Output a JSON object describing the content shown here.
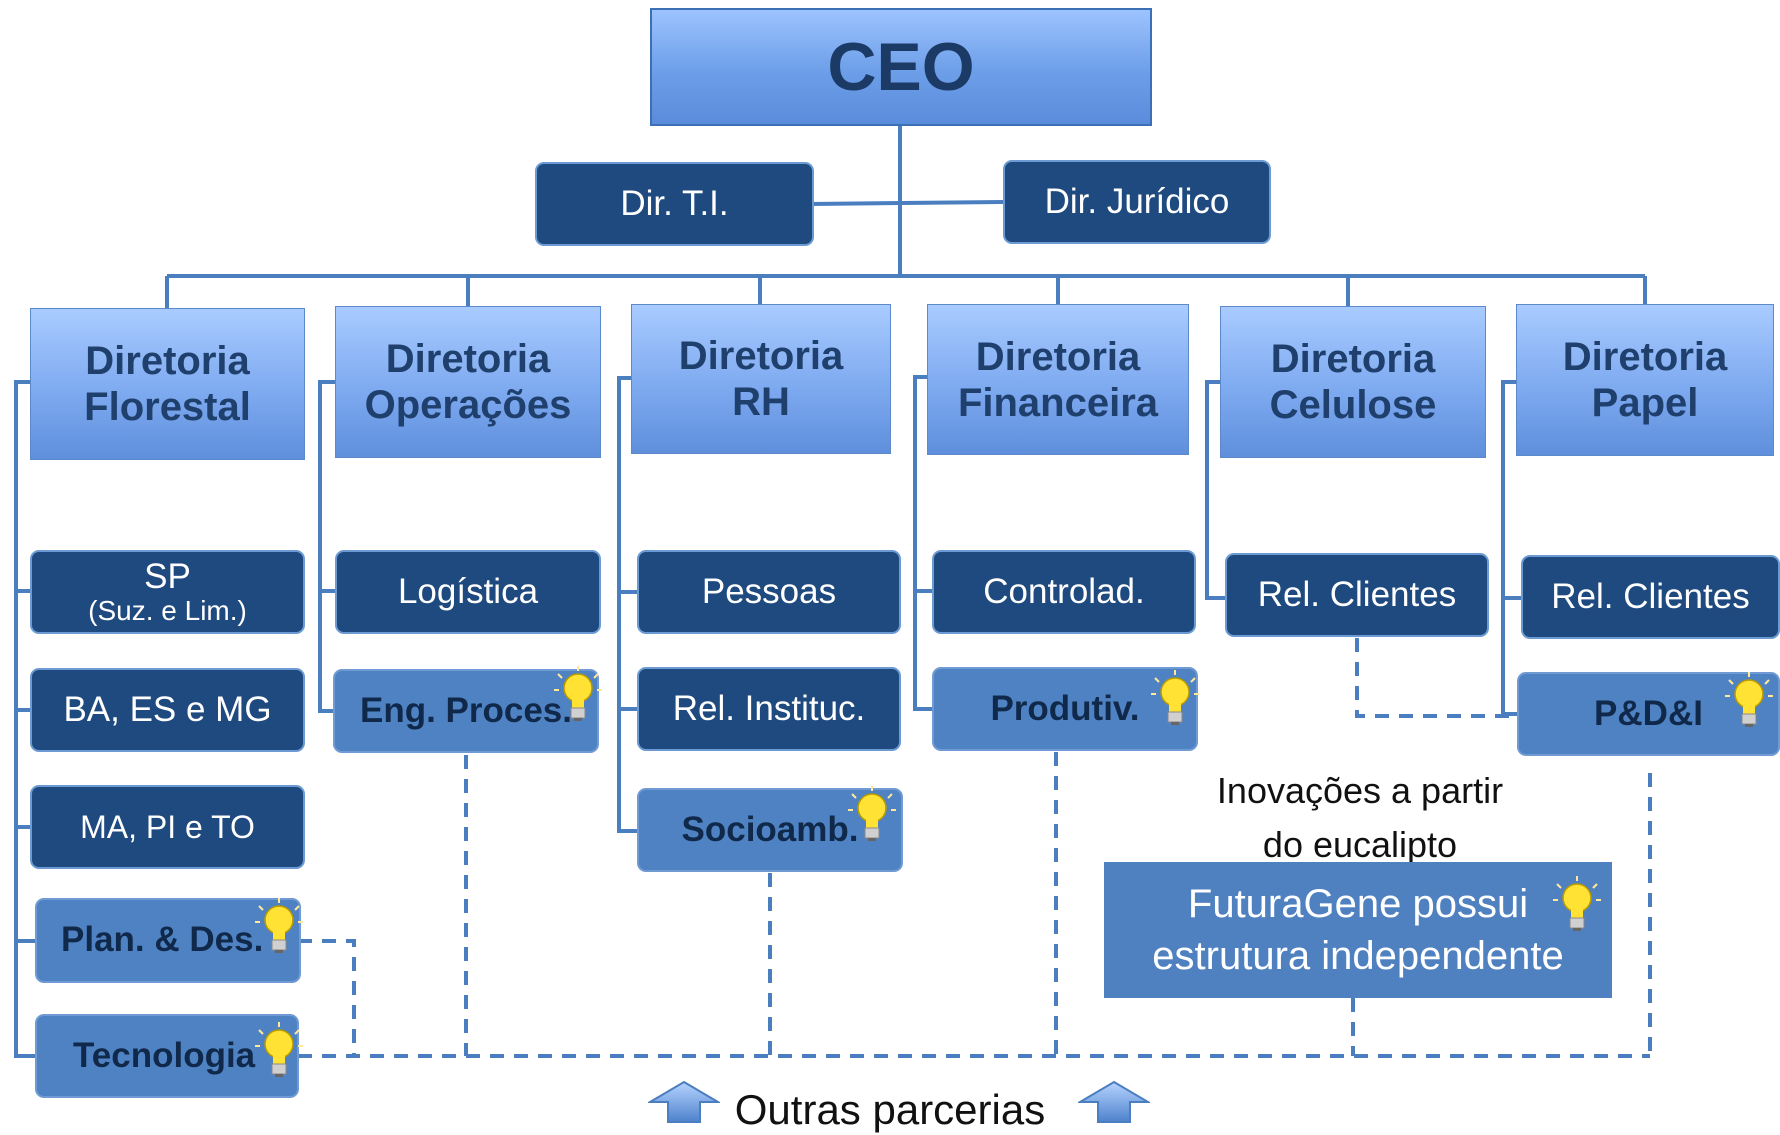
{
  "ceo": "CEO",
  "staff": {
    "ti": "Dir.  T.I.",
    "juridico": "Dir.  Jurídico"
  },
  "diretorias": [
    {
      "line1": "Diretoria",
      "line2": "Florestal"
    },
    {
      "line1": "Diretoria",
      "line2": "Operações"
    },
    {
      "line1": "Diretoria",
      "line2": "RH"
    },
    {
      "line1": "Diretoria",
      "line2": "Financeira"
    },
    {
      "line1": "Diretoria",
      "line2": "Celulose"
    },
    {
      "line1": "Diretoria",
      "line2": "Papel"
    }
  ],
  "florestal": {
    "sp": "SP",
    "sp_sub": "(Suz. e Lim.)",
    "ba": "BA, ES e MG",
    "ma": "MA, PI e TO",
    "plan": "Plan. & Des.",
    "tecnologia": "Tecnologia"
  },
  "operacoes": {
    "logistica": "Logística",
    "eng": "Eng. Proces."
  },
  "rh": {
    "pessoas": "Pessoas",
    "rel": "Rel. Instituc.",
    "socio": "Socioamb."
  },
  "financeira": {
    "controlad": "Controlad.",
    "produtiv": "Produtiv."
  },
  "celulose": {
    "rel": "Rel. Clientes"
  },
  "papel": {
    "rel": "Rel. Clientes",
    "pdi": "P&D&I"
  },
  "inovacoes": {
    "line1": "Inovações a partir",
    "line2": "do eucalipto"
  },
  "futuragene": {
    "line1": "FuturaGene possui",
    "line2": "estrutura independente"
  },
  "outras": "Outras parcerias",
  "colors": {
    "dark_box": "#1f4a7f",
    "light_box": "#4f82c2",
    "line": "#4a7ebf",
    "bulb": "#ffe233"
  }
}
